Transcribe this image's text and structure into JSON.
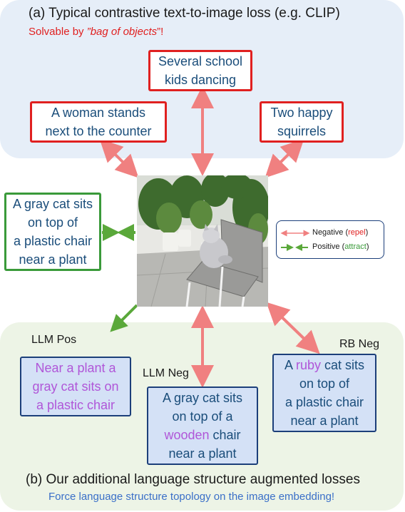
{
  "panel_a": {
    "title": "(a)  Typical contrastive text-to-image loss (e.g. CLIP)",
    "subtitle_prefix": "Solvable by ",
    "subtitle_em": "”bag of objects",
    "subtitle_suffix": "”!"
  },
  "negatives": {
    "kids": [
      "Several school",
      "kids dancing"
    ],
    "woman": [
      "A woman stands",
      "next to the counter"
    ],
    "squirrels": [
      "Two happy",
      "squirrels"
    ]
  },
  "positive_caption": [
    "A gray cat sits",
    "on top of",
    "a plastic chair",
    "near a plant"
  ],
  "legend": {
    "negative_label": "Negative (",
    "negative_word": "repel",
    "positive_label": "Positive (",
    "positive_word": "attract",
    "close": ")",
    "negative_color": "#f08080",
    "positive_color": "#5aa83a"
  },
  "llm_pos": {
    "label": "LLM Pos",
    "line1": "Near a plant a",
    "line2": "gray cat sits on",
    "line3": "a plastic chair"
  },
  "llm_neg": {
    "label": "LLM Neg",
    "line1": "A gray cat sits",
    "line2": "on top of a",
    "line3_word": "wooden",
    "line3_rest": " chair",
    "line4": "near a plant"
  },
  "rb_neg": {
    "label": "RB Neg",
    "line1_a": "A ",
    "line1_word": "ruby",
    "line1_rest": " cat sits",
    "line2": "on top of",
    "line3": "a plastic chair",
    "line4": "near a plant"
  },
  "panel_b": {
    "title": "(b)  Our additional language structure augmented losses",
    "subtitle": "Force language structure topology on the image embedding!"
  }
}
